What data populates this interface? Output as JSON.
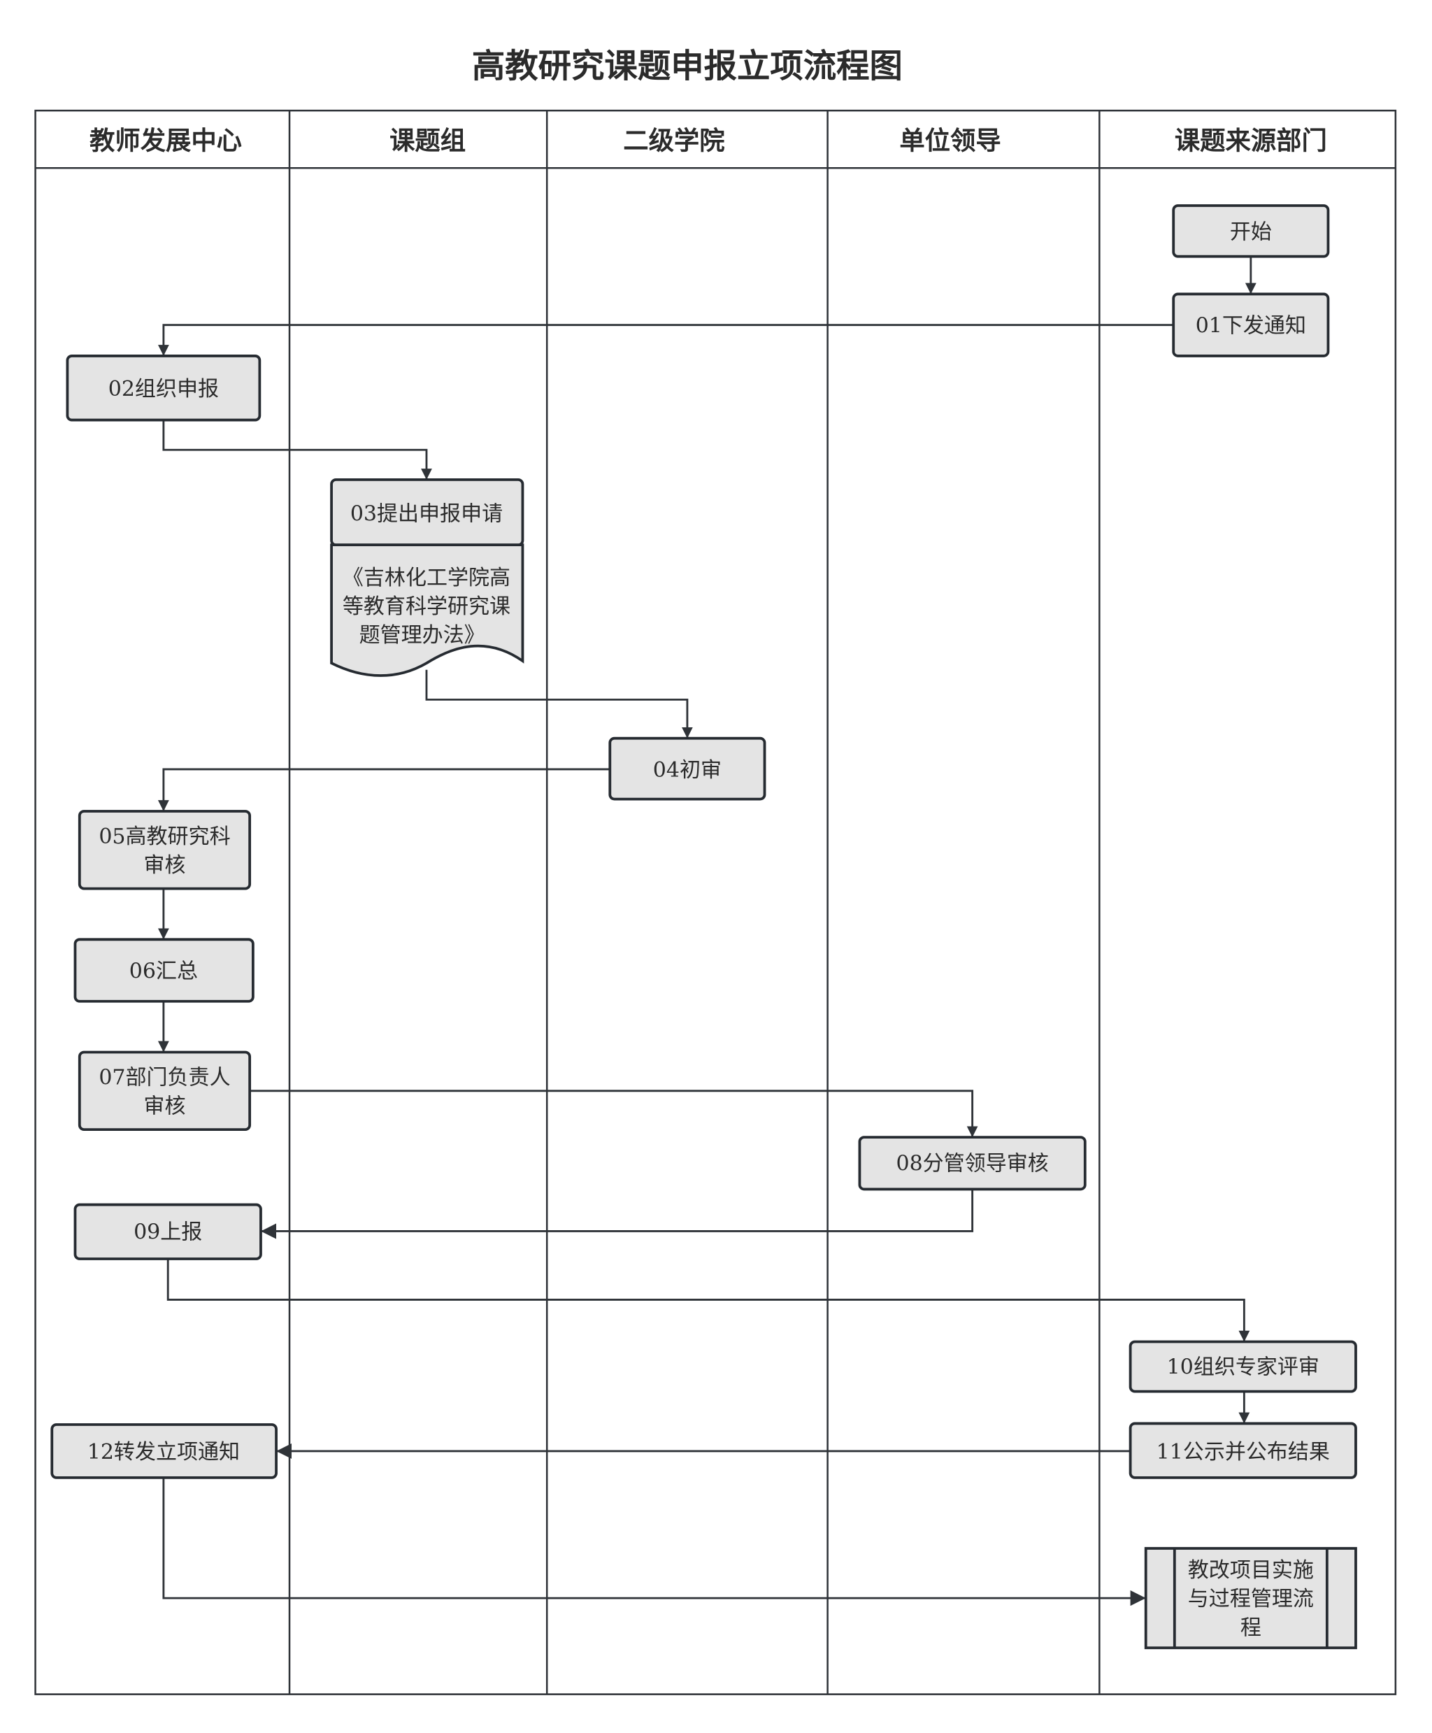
{
  "title": "高教研究课题申报立项流程图",
  "lanes": [
    "教师发展中心",
    "课题组",
    "二级学院",
    "单位领导",
    "课题来源部门"
  ],
  "nodes": {
    "start": "开始",
    "n01": "01下发通知",
    "n02": "02组织申报",
    "n03": "03提出申报申请",
    "doc": [
      "《吉林化工学院高",
      "等教育科学研究课",
      "题管理办法》"
    ],
    "n04": "04初审",
    "n05": [
      "05高教研究科",
      "审核"
    ],
    "n06": "06汇总",
    "n07": [
      "07部门负责人",
      "审核"
    ],
    "n08": "08分管领导审核",
    "n09": "09上报",
    "n10": "10组织专家评审",
    "n11": "11公示并公布结果",
    "n12": "12转发立项通知",
    "sub": [
      "教改项目实施",
      "与过程管理流",
      "程"
    ]
  },
  "colors": {
    "box_fill": "#e4e4e4",
    "stroke": "#262b31"
  }
}
